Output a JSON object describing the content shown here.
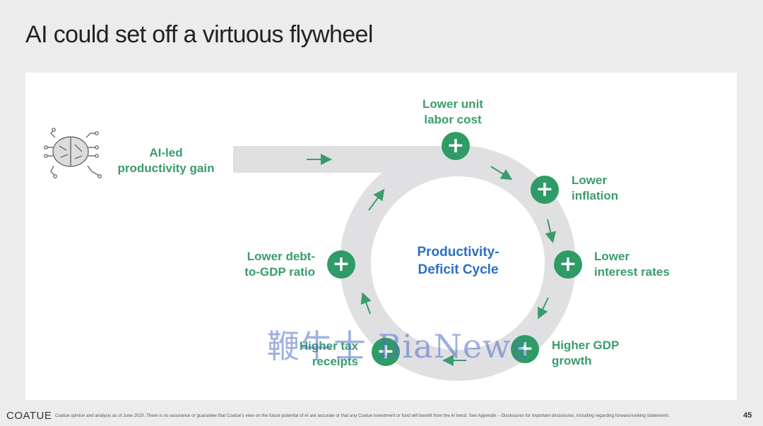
{
  "slide": {
    "title": "AI could set off a virtuous flywheel",
    "input_label_line1": "AI-led",
    "input_label_line2": "productivity gain",
    "center_line1": "Productivity-",
    "center_line2": "Deficit Cycle",
    "nodes": [
      {
        "line1": "Lower unit",
        "line2": "labor cost",
        "symbol": "+"
      },
      {
        "line1": "Lower",
        "line2": "inflation",
        "symbol": "+"
      },
      {
        "line1": "Lower",
        "line2": "interest rates",
        "symbol": "+"
      },
      {
        "line1": "Higher GDP",
        "line2": "growth",
        "symbol": "+"
      },
      {
        "line1": "Higher tax",
        "line2": "receipts",
        "symbol": "+"
      },
      {
        "line1": "Lower debt-",
        "line2": "to-GDP ratio",
        "symbol": "+"
      }
    ],
    "icon": "ai-brain-circuit-icon"
  },
  "watermark": "鞭牛士 BiaNews",
  "footer": {
    "brand": "COATUE",
    "note": "Coatue opinion and analysis as of June 2025. There is no assurance or guarantee that Coatue's view on the future potential of AI are accurate or that any Coatue investment or fund will benefit from the AI trend.  See Appendix – Disclosures for important disclosures, including regarding forward-looking statements.",
    "page": "45"
  },
  "colors": {
    "accent_green": "#2f9b66",
    "label_green": "#3a9c6c",
    "center_blue": "#2a6fc4",
    "ring_gray": "#e0e0e2"
  }
}
